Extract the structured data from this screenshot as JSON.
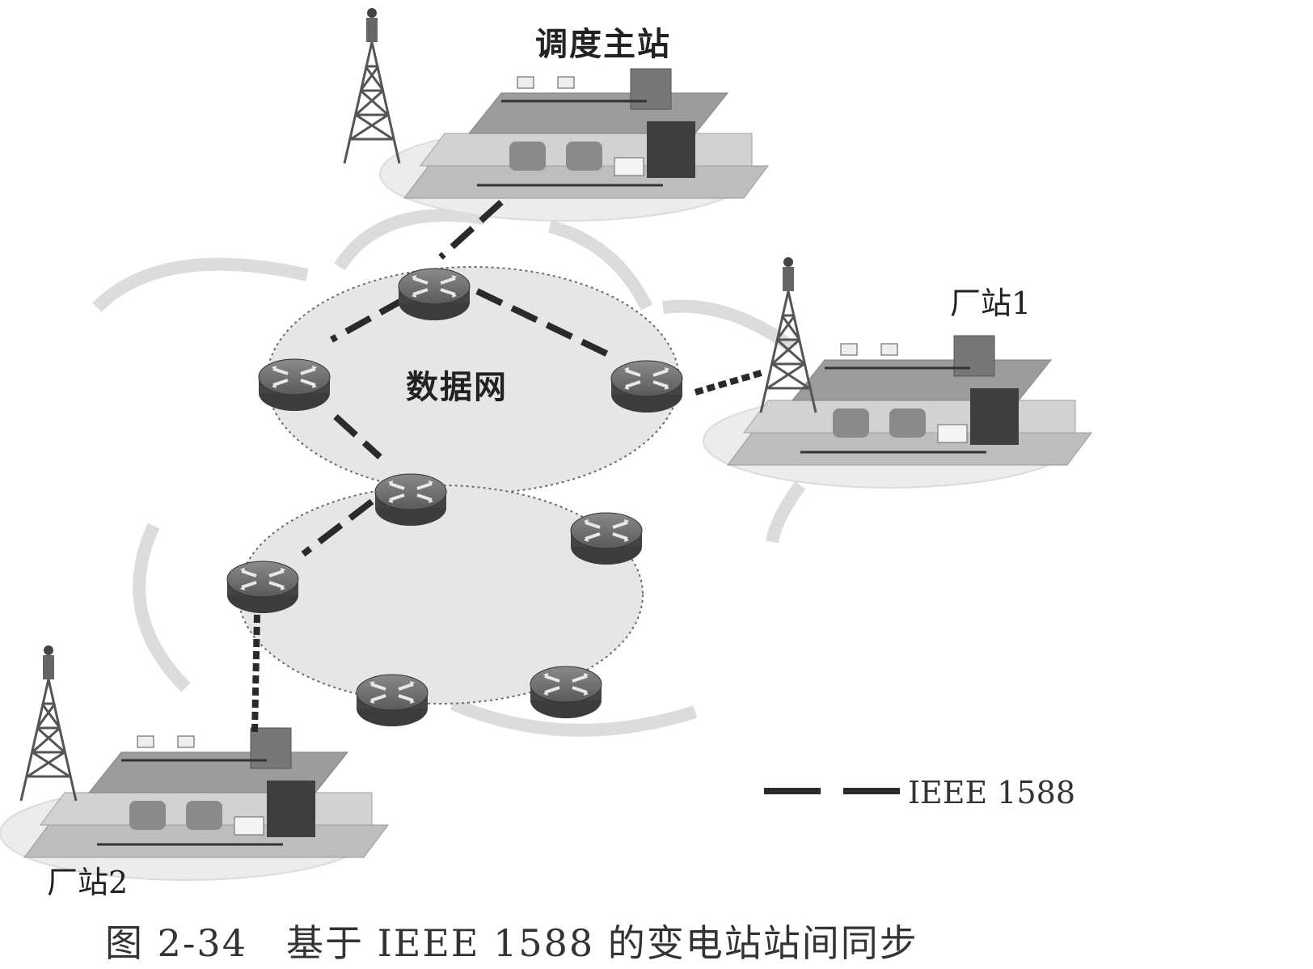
{
  "labels": {
    "main_station": "调度主站",
    "plant1": "厂站1",
    "plant2": "厂站2",
    "data_network": "数据网"
  },
  "legend": {
    "label": "IEEE 1588"
  },
  "caption": "图 2-34　基于 IEEE 1588 的变电站站间同步",
  "nodes": {
    "stations": [
      "main_station",
      "plant1",
      "plant2"
    ],
    "routers_upper_ring": 4,
    "routers_lower_ring": 5,
    "shared_router": 1
  },
  "colors": {
    "link": "#2a2a2a",
    "ring_fill": "#e6e6e6",
    "router": "#555555",
    "cloud_stroke": "#d8d8d8"
  }
}
